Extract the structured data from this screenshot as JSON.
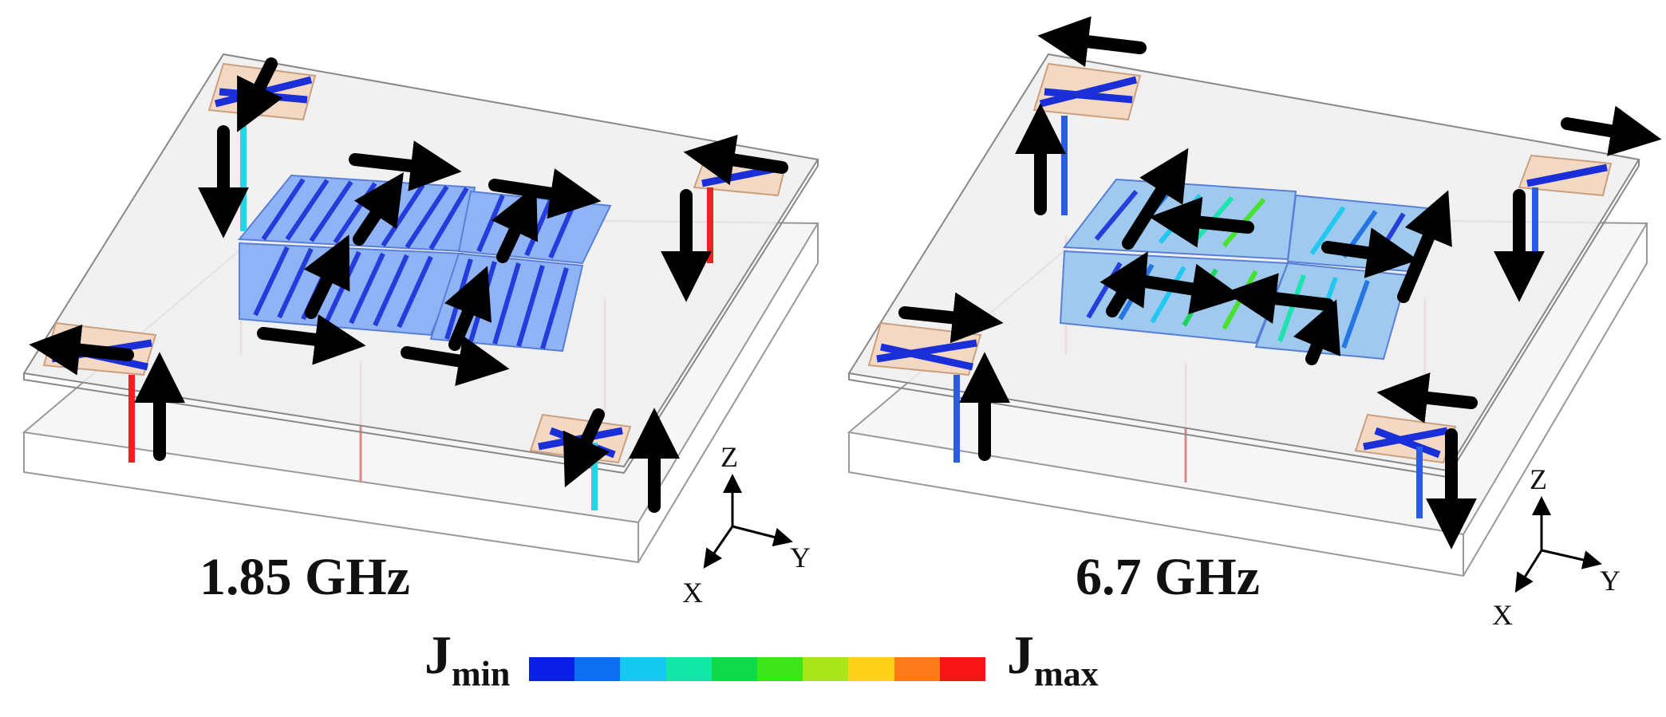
{
  "panels": [
    {
      "frequency": "1.85 GHz",
      "axes": {
        "z": "Z",
        "y": "Y",
        "x": "X"
      }
    },
    {
      "frequency": "6.7 GHz",
      "axes": {
        "z": "Z",
        "y": "Y",
        "x": "X"
      }
    }
  ],
  "legend": {
    "min_label": "J",
    "min_sub": "min",
    "max_label": "J",
    "max_sub": "max",
    "colors": [
      "#0a1ee6",
      "#0d6ef0",
      "#15c8f0",
      "#10e6a6",
      "#10d94a",
      "#3ce61a",
      "#a8e61a",
      "#ffd21a",
      "#ff7a1a",
      "#f71414"
    ]
  }
}
